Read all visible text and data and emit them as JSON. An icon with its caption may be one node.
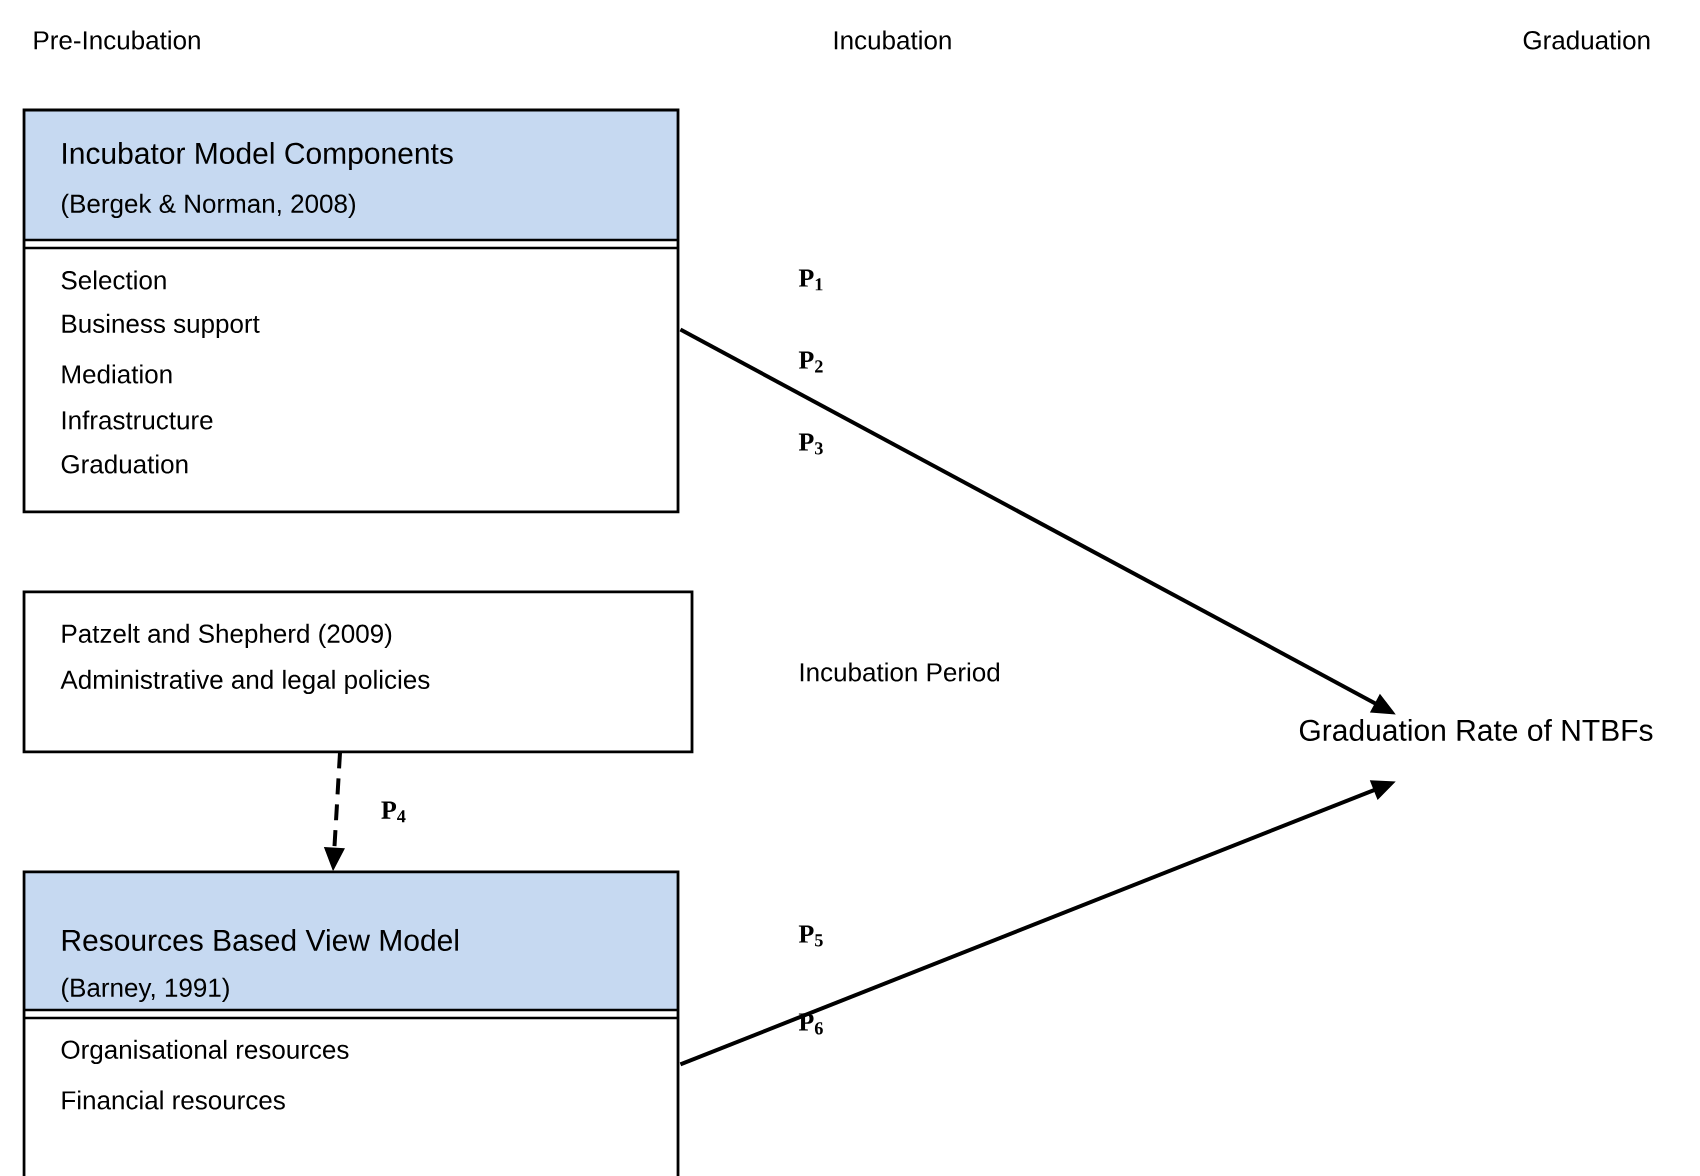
{
  "diagram": {
    "nodes": [
      {
        "text": [
          "Incubator Model Components",
          "(Bergek & Norman, 2008)",
          "Selection",
          "Business support",
          "Mediation",
          "Infrastructure",
          "Graduation"
        ]
      },
      {
        "text": [
          "Patzelt and Shepherd (2009)",
          "Administrative and legal policies"
        ]
      },
      {
        "text": [
          "Resources Based View Model",
          "(Barney, 1991)",
          "Organisational resources",
          "Financial resources"
        ]
      },
      {
        "text": [
          "Graduation Rate of NTBFs"
        ]
      }
    ],
    "edges": [
      {
        "from": 0,
        "to": 3,
        "arrow": "to"
      },
      {
        "from": 1,
        "to": 2,
        "arrow": "to",
        "style": "dashed",
        "label": "P$_{4}$"
      },
      {
        "from": 2,
        "to": 3,
        "arrow": "to"
      }
    ],
    "labels": [
      "Pre-Incubation",
      "Incubation",
      "Graduation",
      "P$_{1}$",
      "P$_{2}$",
      "P$_{3}$",
      "Incubation Period",
      "P$_{5}$",
      "P$_{6}$"
    ]
  }
}
